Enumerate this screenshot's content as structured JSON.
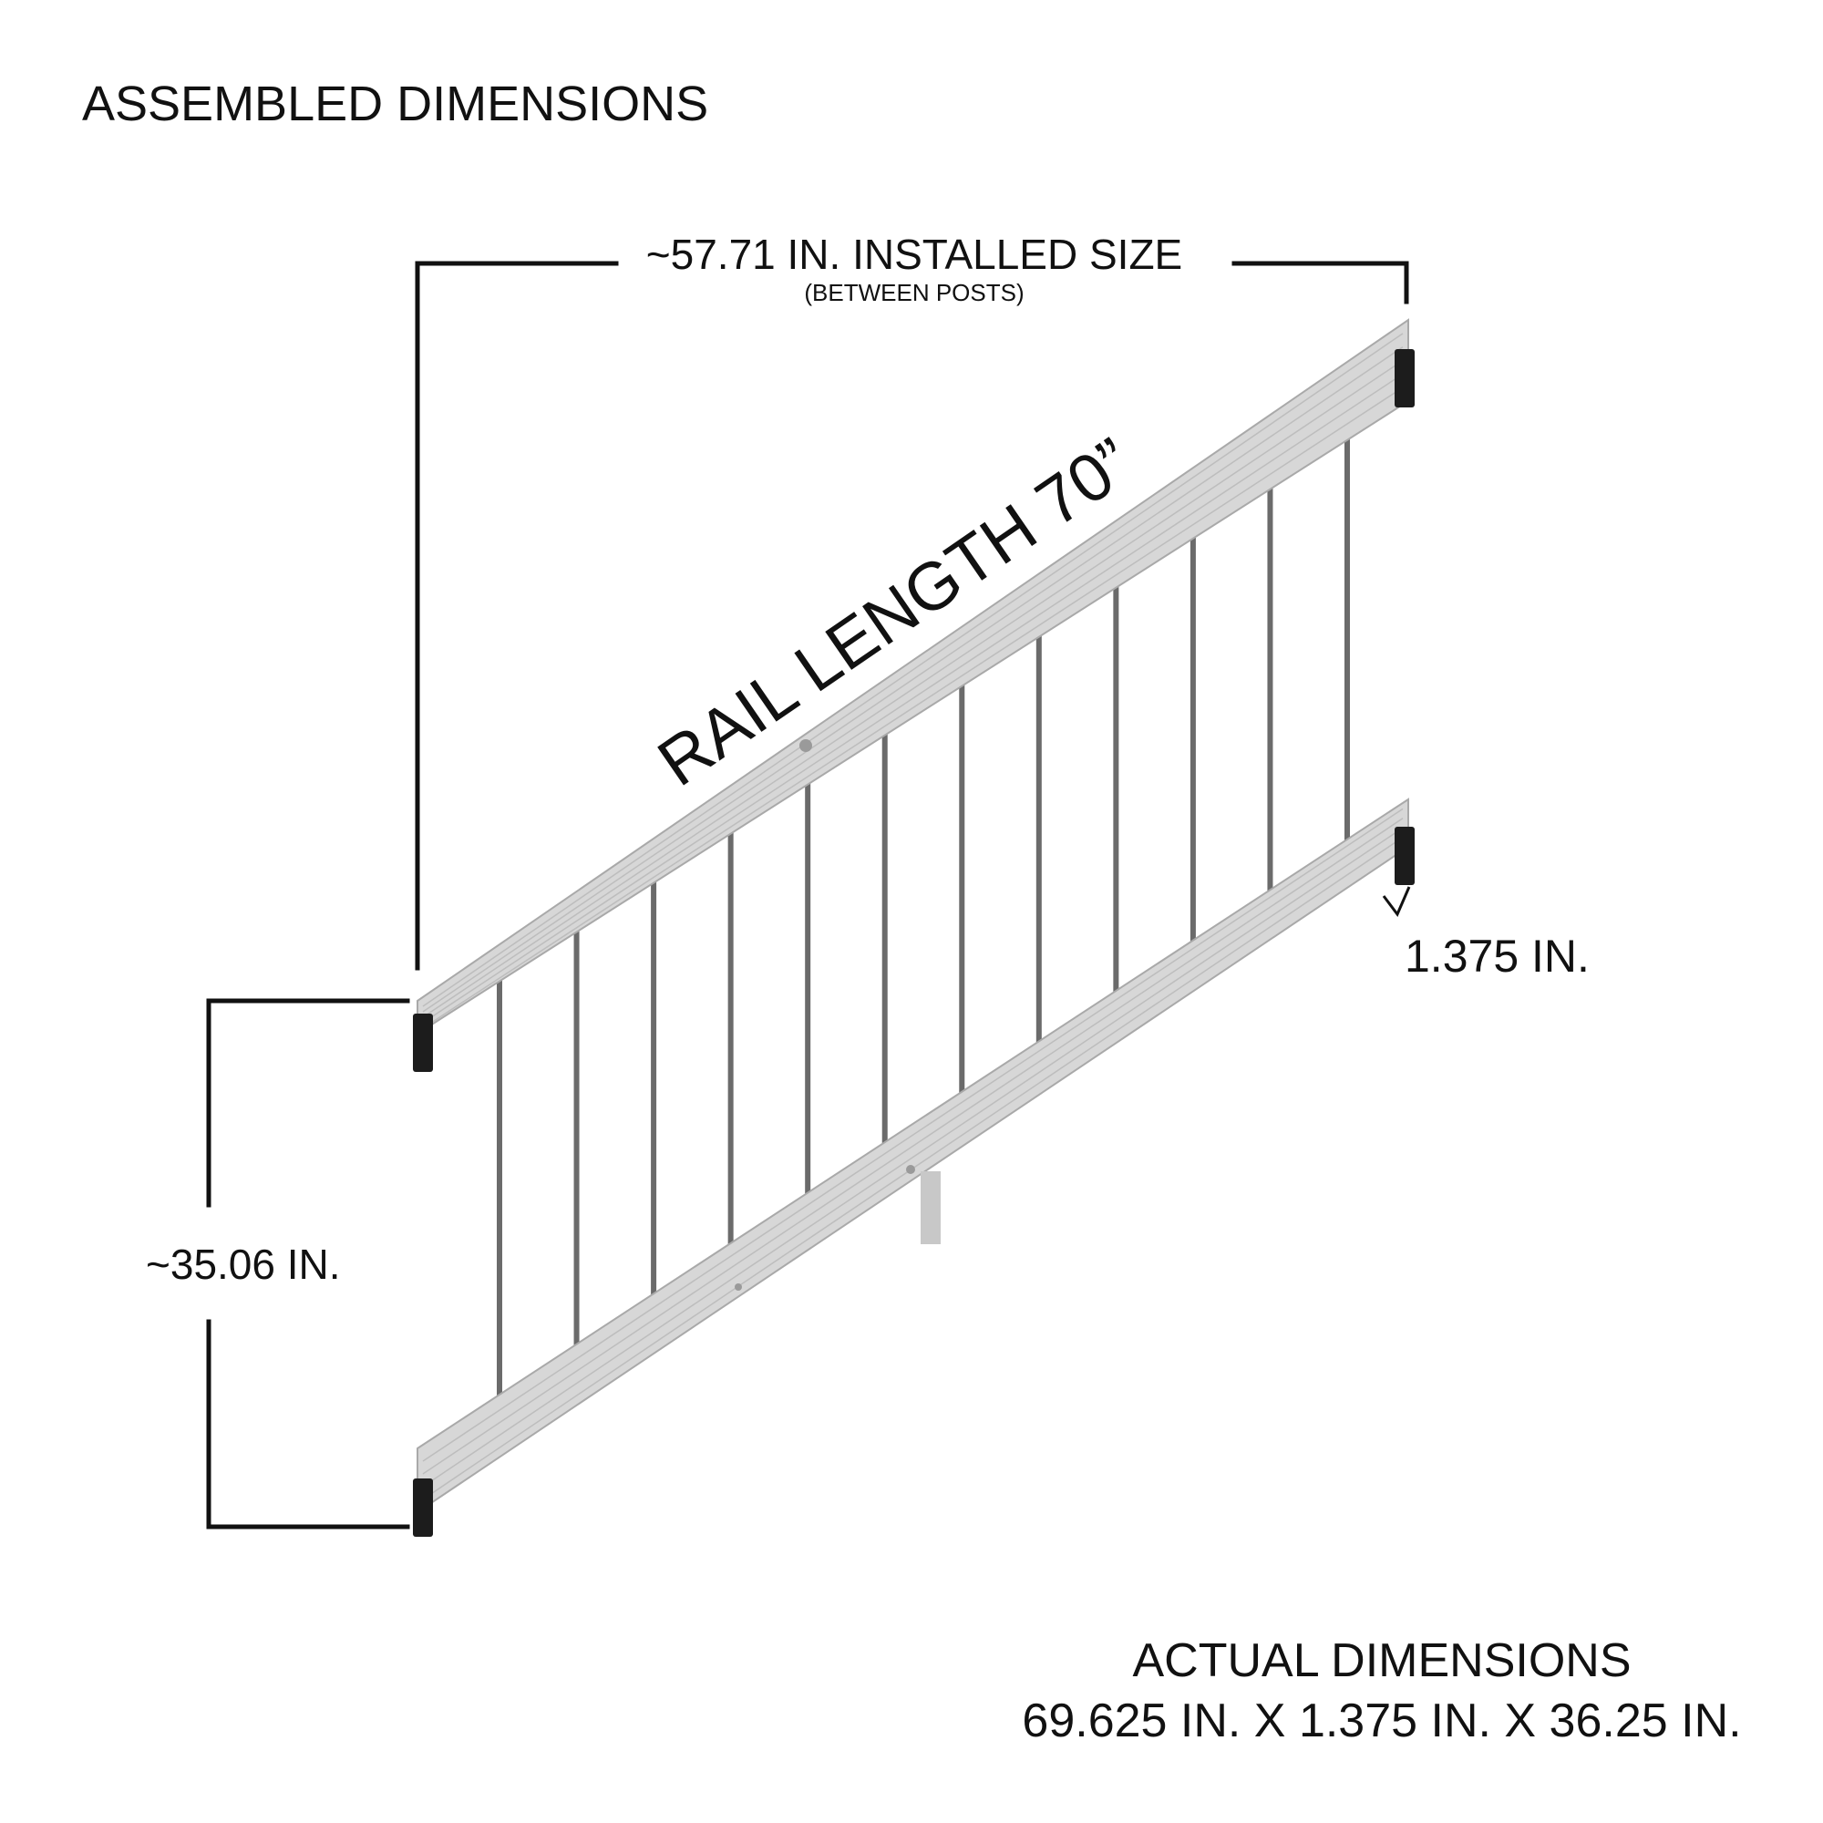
{
  "title": "ASSEMBLED DIMENSIONS",
  "installed_size": {
    "label": "~57.71 IN.  INSTALLED SIZE",
    "sublabel": "(BETWEEN POSTS)"
  },
  "rail_length_label": "RAIL LENGTH 70”",
  "height_label": "~35.06 IN.",
  "thickness_label": "1.375 IN.",
  "actual_dimensions": {
    "heading": "ACTUAL DIMENSIONS",
    "values": "69.625 IN.  X  1.375 IN.  X  36.25 IN."
  },
  "colors": {
    "wood": "#d7d7d7",
    "wood_edge": "#a9a9a9",
    "grain": "#bdbdbd",
    "baluster": "#6b6b6b",
    "bracket": "#1c1c1c",
    "line": "#111111"
  },
  "baluster_count": 12
}
